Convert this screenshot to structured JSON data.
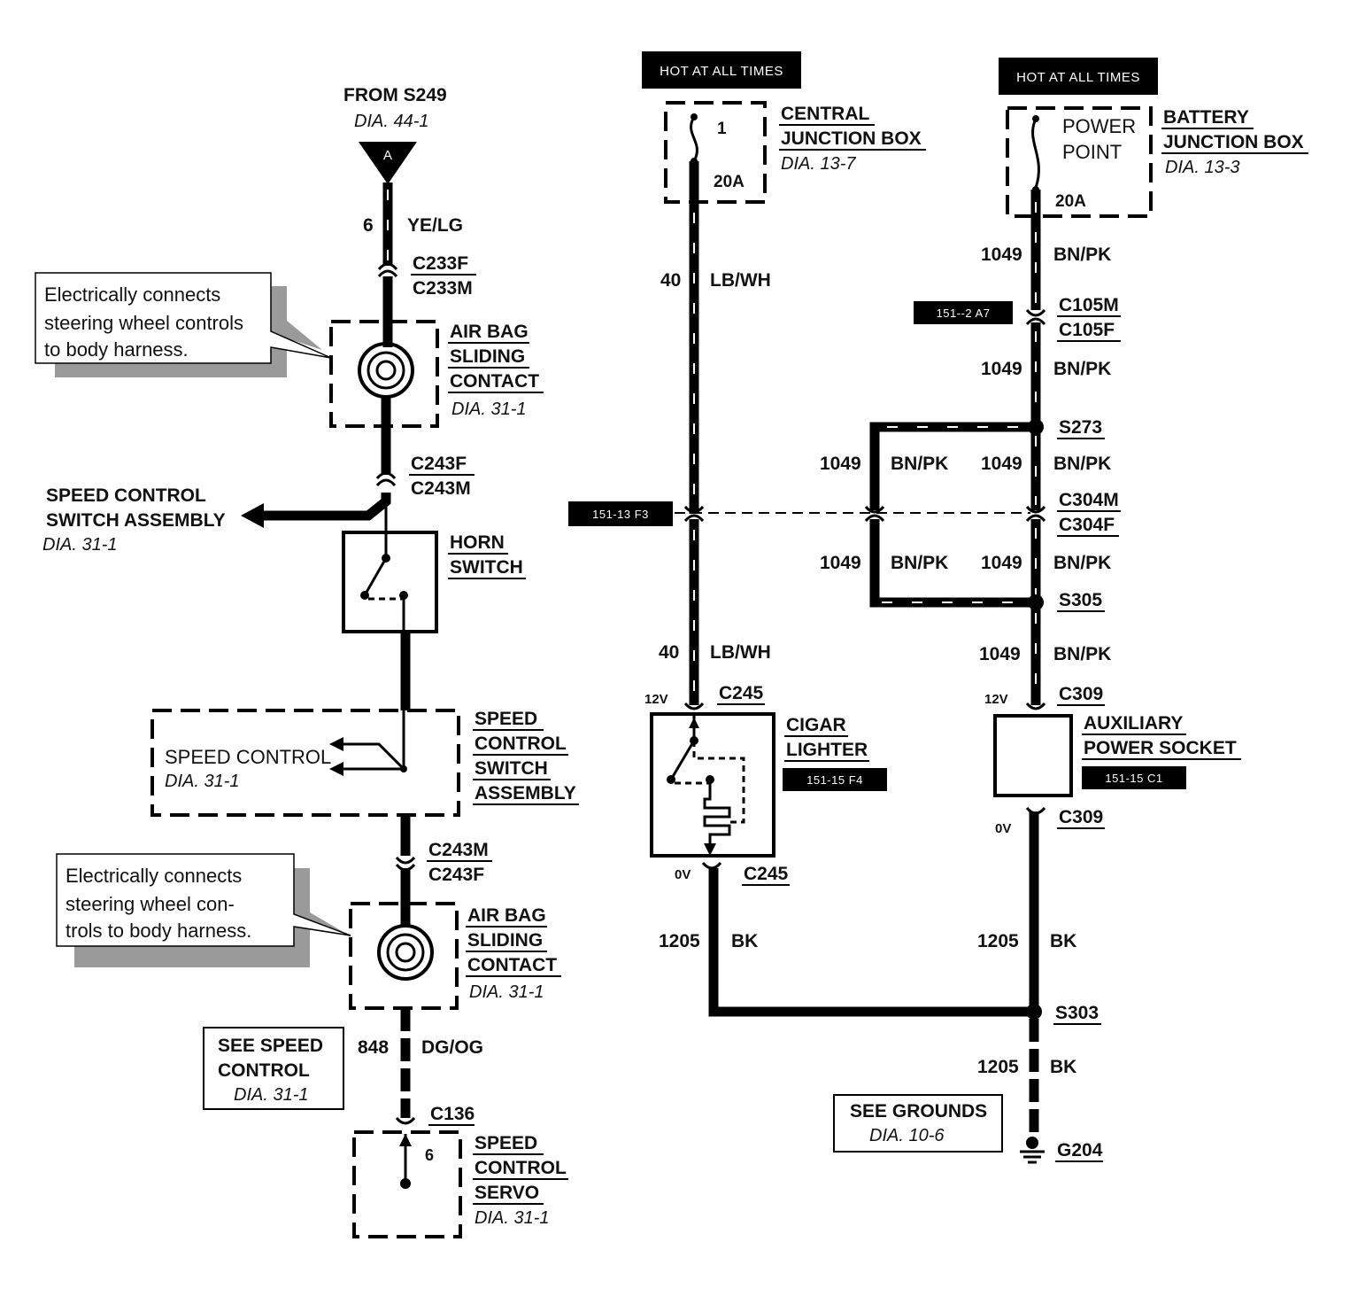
{
  "left": {
    "from": {
      "title": "FROM S249",
      "ref": "DIA. 44-1",
      "pin": "A"
    },
    "w1": {
      "circuit": "6",
      "color": "YE/LG"
    },
    "c233": {
      "f": "C233F",
      "m": "C233M"
    },
    "callout1": [
      "Electrically connects",
      "steering wheel controls",
      "to body harness."
    ],
    "airbag1": {
      "lines": [
        "AIR BAG",
        "SLIDING",
        "CONTACT"
      ],
      "ref": "DIA. 31-1"
    },
    "c243a": {
      "f": "C243F",
      "m": "C243M"
    },
    "branch": {
      "lines": [
        "SPEED CONTROL",
        "SWITCH ASSEMBLY"
      ],
      "ref": "DIA. 31-1"
    },
    "horn": {
      "lines": [
        "HORN",
        "SWITCH"
      ]
    },
    "sc_switch": {
      "inner": "SPEED CONTROL",
      "inner_ref": "DIA. 31-1",
      "lines": [
        "SPEED",
        "CONTROL",
        "SWITCH",
        "ASSEMBLY"
      ]
    },
    "c243b": {
      "m": "C243M",
      "f": "C243F"
    },
    "callout2": [
      "Electrically connects",
      "steering wheel con-",
      "trols to body harness."
    ],
    "airbag2": {
      "lines": [
        "AIR BAG",
        "SLIDING",
        "CONTACT"
      ],
      "ref": "DIA. 31-1"
    },
    "see_sc": {
      "lines": [
        "SEE SPEED",
        "CONTROL"
      ],
      "ref": "DIA. 31-1"
    },
    "w848": {
      "circuit": "848",
      "color": "DG/OG"
    },
    "c136": "C136",
    "servo": {
      "pin": "6",
      "lines": [
        "SPEED",
        "CONTROL",
        "SERVO"
      ],
      "ref": "DIA. 31-1"
    }
  },
  "middle": {
    "hot": "HOT AT ALL TIMES",
    "fuse": {
      "num": "1",
      "amp": "20A"
    },
    "cjb": {
      "lines": [
        "CENTRAL",
        "JUNCTION BOX"
      ],
      "ref": "DIA. 13-7"
    },
    "w40a": {
      "circuit": "40",
      "color": "LB/WH"
    },
    "loc_c304": "151-13 F3",
    "w40b": {
      "circuit": "40",
      "color": "LB/WH"
    },
    "v12": "12V",
    "c245a": "C245",
    "cigar": {
      "lines": [
        "CIGAR",
        "LIGHTER"
      ],
      "loc": "151-15 F4"
    },
    "v0": "0V",
    "c245b": "C245",
    "w1205": {
      "circuit": "1205",
      "color": "BK"
    }
  },
  "right": {
    "hot": "HOT AT ALL TIMES",
    "fuse": {
      "lines": [
        "POWER",
        "POINT"
      ],
      "amp": "20A"
    },
    "bjb": {
      "lines": [
        "BATTERY",
        "JUNCTION BOX"
      ],
      "ref": "DIA. 13-3"
    },
    "w1": {
      "circuit": "1049",
      "color": "BN/PK"
    },
    "loc_c105": "151--2 A7",
    "c105": {
      "m": "C105M",
      "f": "C105F"
    },
    "w2": {
      "circuit": "1049",
      "color": "BN/PK"
    },
    "s273": "S273",
    "w3l": {
      "circuit": "1049",
      "color": "BN/PK"
    },
    "w3r": {
      "circuit": "1049",
      "color": "BN/PK"
    },
    "c304": {
      "m": "C304M",
      "f": "C304F"
    },
    "w4l": {
      "circuit": "1049",
      "color": "BN/PK"
    },
    "w4r": {
      "circuit": "1049",
      "color": "BN/PK"
    },
    "s305": "S305",
    "w5": {
      "circuit": "1049",
      "color": "BN/PK"
    },
    "v12": "12V",
    "c309a": "C309",
    "aux": {
      "lines": [
        "AUXILIARY",
        "POWER SOCKET"
      ],
      "loc": "151-15 C1"
    },
    "v0": "0V",
    "c309b": "C309",
    "w6": {
      "circuit": "1205",
      "color": "BK"
    },
    "s303": "S303",
    "w7": {
      "circuit": "1205",
      "color": "BK"
    },
    "see_gr": {
      "title": "SEE GROUNDS",
      "ref": "DIA. 10-6"
    },
    "g204": "G204"
  }
}
